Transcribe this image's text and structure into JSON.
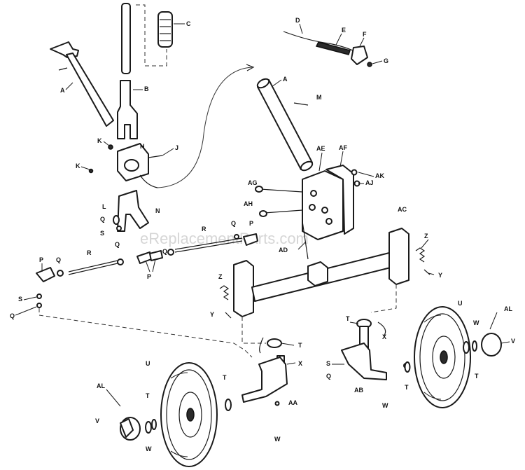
{
  "watermark": "eReplacementParts.com",
  "labels": {
    "A1": "A",
    "B": "B",
    "C": "C",
    "D": "D",
    "E": "E",
    "F": "F",
    "G": "G",
    "A2": "A",
    "M": "M",
    "K1": "K",
    "K2": "K",
    "H": "H",
    "J": "J",
    "AE": "AE",
    "AF": "AF",
    "AG": "AG",
    "AH": "AH",
    "AJ": "AJ",
    "AK": "AK",
    "L": "L",
    "N": "N",
    "Q1": "Q",
    "S1": "S",
    "R1": "R",
    "Q2": "Q",
    "P1": "P",
    "AC": "AC",
    "Z1": "Z",
    "Y1": "Y",
    "AD": "AD",
    "Q3": "Q",
    "R2": "R",
    "P2": "P",
    "Q4": "Q",
    "P3": "P",
    "S2": "S",
    "Q5": "Q",
    "Q6": "Q",
    "Z2": "Z",
    "Y2": "Y",
    "T1": "T",
    "X1": "X",
    "S3": "S",
    "Q7": "Q",
    "AB": "AB",
    "W1": "W",
    "T2": "T",
    "U1": "U",
    "W2": "W",
    "AL1": "AL",
    "V1": "V",
    "T3": "T",
    "T4": "T",
    "X2": "X",
    "AA": "AA",
    "T5": "T",
    "W3": "W",
    "U2": "U",
    "AL2": "AL",
    "V2": "V",
    "T6": "T",
    "W4": "W"
  }
}
